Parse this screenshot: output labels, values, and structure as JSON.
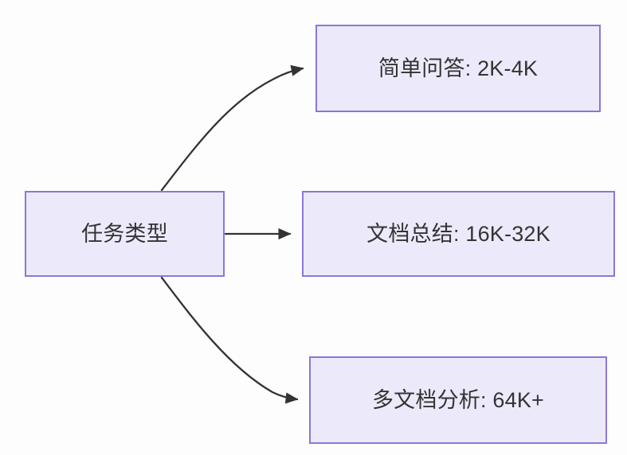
{
  "diagram": {
    "type": "flowchart",
    "direction": "left-to-right",
    "background_color": "#fdfdfd",
    "node_fill_color": "#ECEAFA",
    "node_border_color": "#8D76D9",
    "node_text_color": "#333333",
    "edge_color": "#333333",
    "root": {
      "id": "task-type",
      "label": "任务类型"
    },
    "branches": [
      {
        "id": "simple-qa",
        "label": "简单问答: 2K-4K",
        "task": "简单问答",
        "range": "2K-4K",
        "edge_style": "curved-up"
      },
      {
        "id": "doc-summary",
        "label": "文档总结: 16K-32K",
        "task": "文档总结",
        "range": "16K-32K",
        "edge_style": "straight"
      },
      {
        "id": "multi-doc",
        "label": "多文档分析: 64K+",
        "task": "多文档分析",
        "range": "64K+",
        "edge_style": "curved-down"
      }
    ],
    "edges": [
      {
        "id": "edge-root-to-simple-qa",
        "from": "任务类型",
        "to": "简单问答: 2K-4K",
        "arrow": "arrowhead-icon"
      },
      {
        "id": "edge-root-to-doc-summary",
        "from": "任务类型",
        "to": "文档总结: 16K-32K",
        "arrow": "arrowhead-icon"
      },
      {
        "id": "edge-root-to-multi-doc",
        "from": "任务类型",
        "to": "多文档分析: 64K+",
        "arrow": "arrowhead-icon"
      }
    ]
  }
}
